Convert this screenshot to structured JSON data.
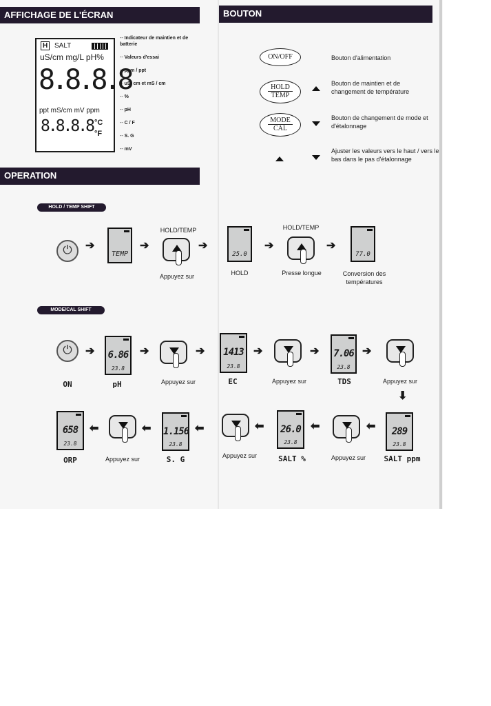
{
  "sections": {
    "screen_title": "AFFICHAGE DE L'ÉCRAN",
    "button_title": "BOUTON",
    "operation_title": "OPERATION",
    "hold_pill": "HOLD / TEMP SHIFT",
    "mode_pill": "MODE/CAL SHIFT"
  },
  "display": {
    "h": "H",
    "salt": "SALT",
    "units_top": "uS/cm mg/L pH%",
    "main_digits": "8.8.8.8",
    "units_mid": "ppt mS/cm mV ppm",
    "small_digits": "8.8.8.8",
    "c": "°C",
    "f": "°F"
  },
  "legend": [
    "Indicateur de maintien et de batterie",
    "Valeurs d'essai",
    "ppm / ppt",
    "uS/ cm et mS / cm",
    "%",
    "pH",
    "C / F",
    "S. G",
    "mV"
  ],
  "buttons": {
    "onoff": "ON/OFF",
    "onoff_desc": "Bouton d'alimentation",
    "hold_top": "HOLD",
    "hold_bot": "TEMP",
    "hold_desc": "Bouton de maintien et de changement de température",
    "mode_top": "MODE",
    "mode_bot": "CAL",
    "mode_desc": "Bouton de changement de mode et d'étalonnage",
    "arrows_desc": "Ajuster les valeurs vers le haut / vers le bas dans le pas d'étalonnage"
  },
  "hold": {
    "label1": "HOLD/TEMP",
    "label2": "HOLD/TEMP",
    "screen1": "TEMP",
    "screen2": "25.0",
    "screen3": "77.0",
    "cap1": "Appuyez sur",
    "cap2": "HOLD",
    "cap3": "Presse longue",
    "cap4": "Conversion des températures"
  },
  "mode": {
    "ph_val": "6.86",
    "ec_val": "1413",
    "tds_val": "7.06",
    "saltppm_val": "289",
    "saltpct_val": "26.0",
    "sg_val": "1.156",
    "orp_val": "658",
    "temp": "23.8",
    "cap_on": "ON",
    "cap_ph": "pH",
    "cap_ec": "EC",
    "cap_tds": "TDS",
    "cap_saltppm": "SALT ppm",
    "cap_saltpct": "SALT %",
    "cap_sg": "S. G",
    "cap_orp": "ORP",
    "press": "Appuyez sur"
  }
}
